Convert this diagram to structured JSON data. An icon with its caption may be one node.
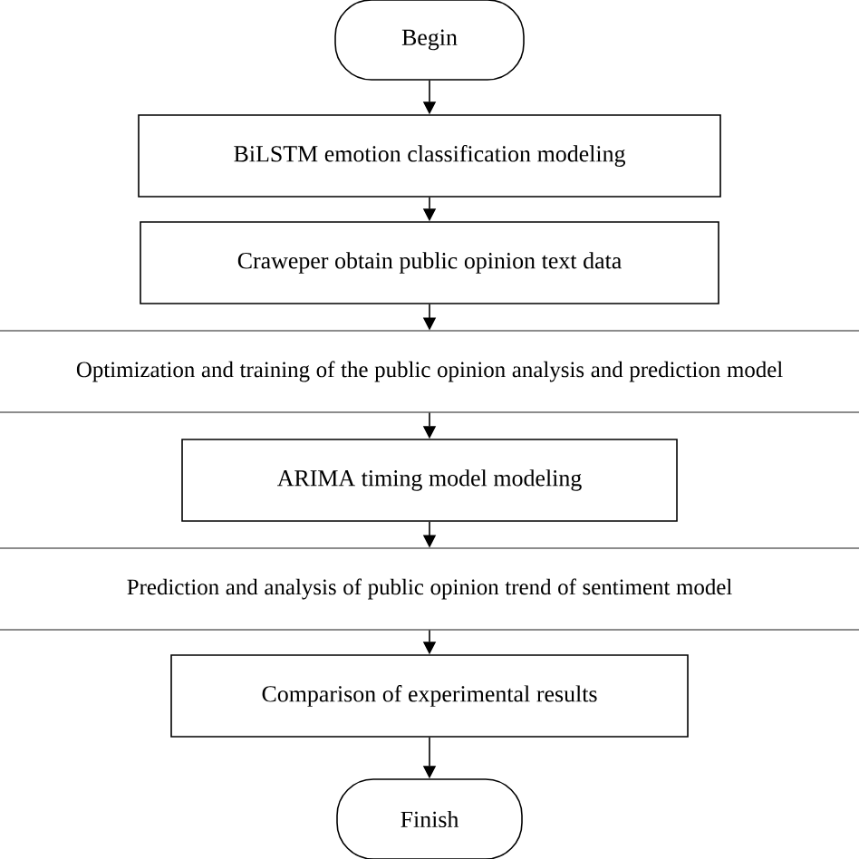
{
  "diagram": {
    "nodes": [
      {
        "text": [
          "Begin"
        ]
      },
      {
        "text": [
          "BiLSTM emotion classification modeling"
        ]
      },
      {
        "text": [
          "Craweper obtain public opinion text data"
        ]
      },
      {
        "text": [
          "Optimization and training of the public opinion analysis and prediction model"
        ]
      },
      {
        "text": [
          "ARIMA timing model modeling"
        ]
      },
      {
        "text": [
          "Prediction and analysis of public opinion trend of sentiment model"
        ]
      },
      {
        "text": [
          "Comparison of experimental results"
        ]
      },
      {
        "text": [
          "Finish"
        ]
      }
    ],
    "edges": [
      {
        "from": 0,
        "to": 1,
        "arrow": "to"
      },
      {
        "from": 1,
        "to": 2,
        "arrow": "to"
      },
      {
        "from": 2,
        "to": 3,
        "arrow": "to"
      },
      {
        "from": 3,
        "to": 4,
        "arrow": "to"
      },
      {
        "from": 4,
        "to": 5,
        "arrow": "to"
      },
      {
        "from": 5,
        "to": 6,
        "arrow": "to"
      },
      {
        "from": 6,
        "to": 7,
        "arrow": "to"
      }
    ]
  }
}
